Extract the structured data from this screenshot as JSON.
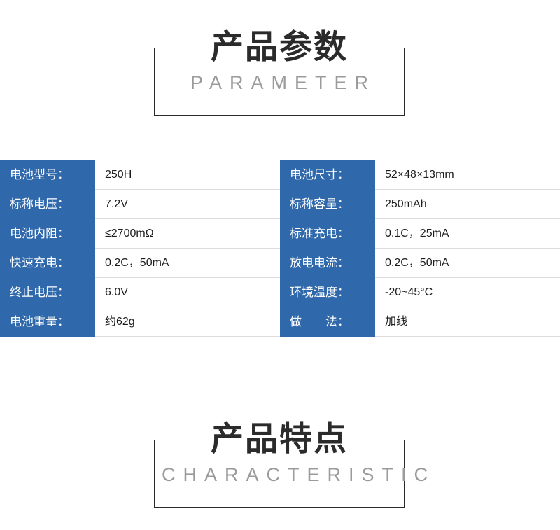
{
  "page": {
    "background_color": "#ffffff",
    "accent_color": "#2f68ab",
    "text_color": "#1d1d1d",
    "subtitle_color": "#9b9b9b",
    "frame_color": "#2b2b2b"
  },
  "headers": [
    {
      "title": "产品参数",
      "subtitle": "PARAMETER"
    },
    {
      "title": "产品特点",
      "subtitle": "CHARACTERISTIC"
    }
  ],
  "spec_table": {
    "rows": [
      {
        "left": {
          "label": "电池型号：",
          "value": "250H"
        },
        "right": {
          "label": "电池尺寸：",
          "value": "52×48×13mm"
        }
      },
      {
        "left": {
          "label": "标称电压：",
          "value": "7.2V"
        },
        "right": {
          "label": "标称容量：",
          "value": "250mAh"
        }
      },
      {
        "left": {
          "label": "电池内阻：",
          "value": "≤2700mΩ"
        },
        "right": {
          "label": "标准充电：",
          "value": "0.1C，25mA"
        }
      },
      {
        "left": {
          "label": "快速充电：",
          "value": "0.2C，50mA"
        },
        "right": {
          "label": "放电电流：",
          "value": "0.2C，50mA"
        }
      },
      {
        "left": {
          "label": "终止电压：",
          "value": "6.0V"
        },
        "right": {
          "label": "环境温度：",
          "value": "-20~45°C"
        }
      },
      {
        "left": {
          "label": "电池重量：",
          "value": "约62g"
        },
        "right": {
          "label": "做　　法：",
          "value": "加线"
        }
      }
    ]
  }
}
